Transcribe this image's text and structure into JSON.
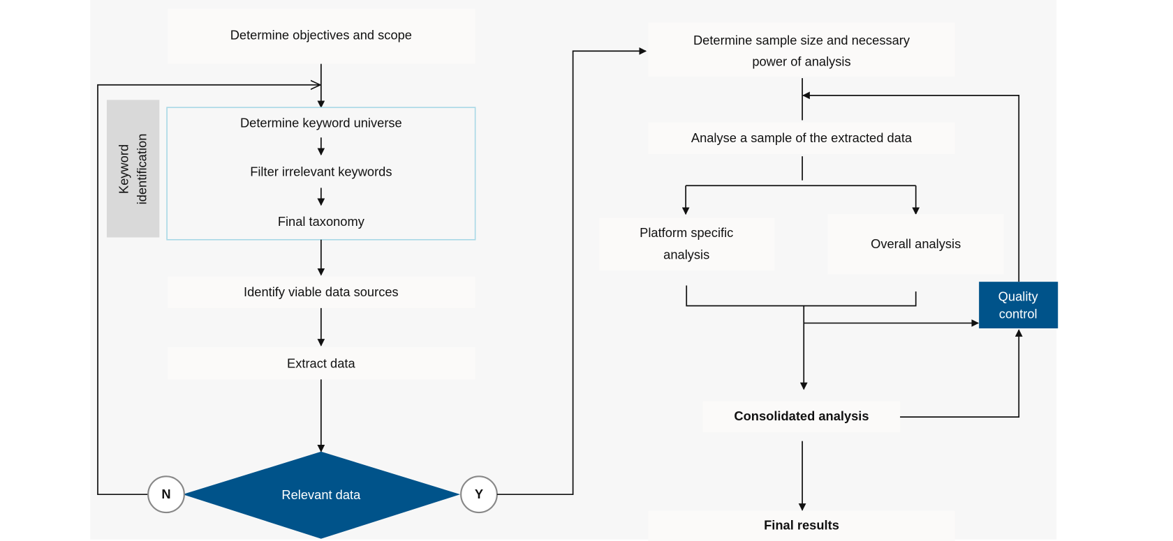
{
  "colors": {
    "panel": "#f7f7f7",
    "accent": "#00538a",
    "no": "#e8141b",
    "yes": "#1fa34a",
    "group_border": "#a8d8e6",
    "group_label_bg": "#d9d9d9"
  },
  "steps": {
    "objectives": "Determine objectives and scope",
    "group_label_1": "Keyword",
    "group_label_2": "identification",
    "keyword_universe": "Determine keyword universe",
    "filter": "Filter irrelevant keywords",
    "taxonomy": "Final taxonomy",
    "sources": "Identify viable data sources",
    "extract": "Extract data",
    "decision": "Relevant data",
    "no": "N",
    "yes": "Y",
    "sample_1": "Determine sample size and necessary",
    "sample_2": "power of analysis",
    "analyse": "Analyse a sample of the extracted data",
    "platform_1": "Platform specific",
    "platform_2": "analysis",
    "overall": "Overall analysis",
    "qc_1": "Quality",
    "qc_2": "control",
    "consolidated": "Consolidated analysis",
    "final": "Final results"
  }
}
